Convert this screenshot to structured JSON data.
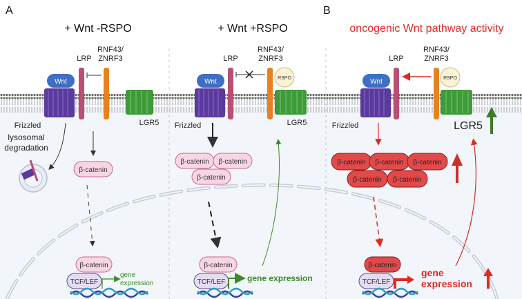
{
  "panels": {
    "A_label": "A",
    "B_label": "B",
    "p1_title": "+ Wnt -RSPO",
    "p2_title": "+ Wnt +RSPO",
    "p3_title": "oncogenic Wnt pathway activity"
  },
  "labels": {
    "lrp": "LRP",
    "rnf43_line1": "RNF43/",
    "rnf43_line2": "ZNRF3",
    "wnt": "Wnt",
    "rspo": "RSPO",
    "frizzled": "Frizzled",
    "lgr5": "LGR5",
    "lysosomal_line1": "lysosomal",
    "lysosomal_line2": "degradation",
    "beta_catenin": "β-catenin",
    "tcf_lef": "TCF/LEF",
    "gene": "gene",
    "expression": "expression",
    "gene_expression": "gene expression"
  },
  "colors": {
    "wnt": "#3f6fc4",
    "frizzled": "#5b3a9e",
    "lrp": "#b84f74",
    "rnf43": "#e8821e",
    "lgr5": "#3f9a3a",
    "rspo": "#fbf3d4",
    "catenin_light": "#f8d6e4",
    "catenin_red": "#e24a4a",
    "tcf": "#e4dcf2",
    "oncogenic_red": "#e02a1f",
    "dna1": "#2e4a9a",
    "dna2": "#2fa0c8",
    "arrow_green": "#3d8a2c",
    "cell_bg": "#f1f4f9"
  }
}
